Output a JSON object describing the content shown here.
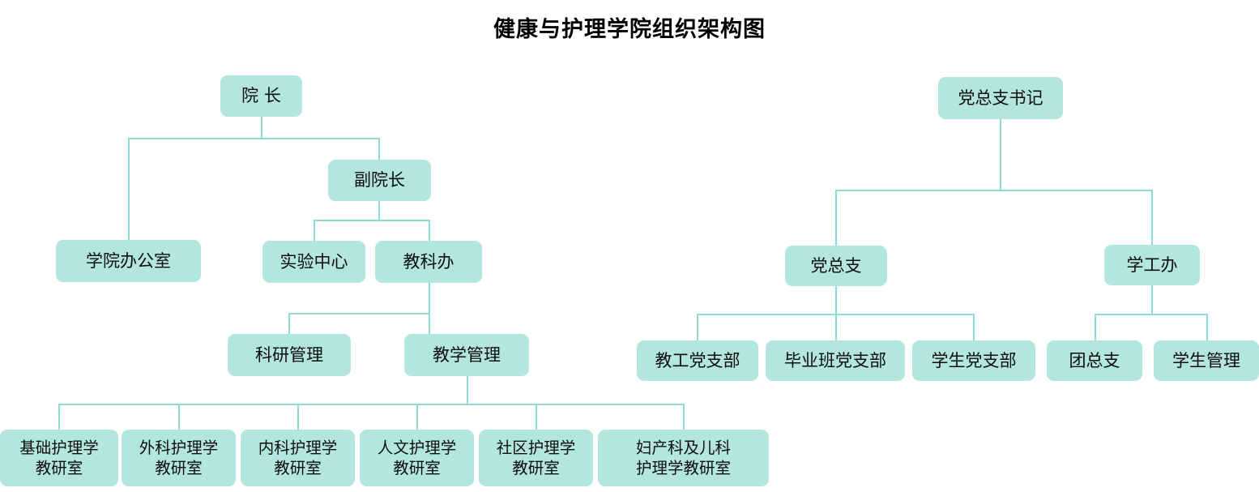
{
  "title": "健康与护理学院组织架构图",
  "theme": {
    "node_fill": "#b3e6de",
    "connector": "#8fdcd2",
    "text": "#0d0d0d",
    "background": "#ffffff"
  },
  "chart_data": {
    "type": "diagram",
    "diagram_type": "organization-chart",
    "title": "健康与护理学院组织架构图",
    "trees": [
      {
        "name": "academic-branch",
        "root": "院  长",
        "nodes": [
          {
            "id": "dean",
            "label": "院  长",
            "level": 0,
            "parent": null
          },
          {
            "id": "college-office",
            "label": "学院办公室",
            "level": 1,
            "parent": "dean"
          },
          {
            "id": "vice-dean",
            "label": "副院长",
            "level": 1,
            "parent": "dean"
          },
          {
            "id": "lab-center",
            "label": "实验中心",
            "level": 2,
            "parent": "vice-dean"
          },
          {
            "id": "teaching-research-office",
            "label": "教科办",
            "level": 2,
            "parent": "vice-dean"
          },
          {
            "id": "research-management",
            "label": "科研管理",
            "level": 3,
            "parent": "teaching-research-office"
          },
          {
            "id": "teaching-management",
            "label": "教学管理",
            "level": 3,
            "parent": "teaching-research-office"
          },
          {
            "id": "basic-nursing",
            "label": "基础护理学\n教研室",
            "level": 4,
            "parent": "teaching-management"
          },
          {
            "id": "surgical-nursing",
            "label": "外科护理学\n教研室",
            "level": 4,
            "parent": "teaching-management"
          },
          {
            "id": "internal-nursing",
            "label": "内科护理学\n教研室",
            "level": 4,
            "parent": "teaching-management"
          },
          {
            "id": "humanistic-nursing",
            "label": "人文护理学\n教研室",
            "level": 4,
            "parent": "teaching-management"
          },
          {
            "id": "community-nursing",
            "label": "社区护理学\n教研室",
            "level": 4,
            "parent": "teaching-management"
          },
          {
            "id": "obgyn-pediatric-nursing",
            "label": "妇产科及儿科\n护理学教研室",
            "level": 4,
            "parent": "teaching-management"
          }
        ]
      },
      {
        "name": "party-branch",
        "root": "党总支书记",
        "nodes": [
          {
            "id": "party-secretary",
            "label": "党总支书记",
            "level": 0,
            "parent": null
          },
          {
            "id": "party-general-branch",
            "label": "党总支",
            "level": 1,
            "parent": "party-secretary"
          },
          {
            "id": "student-affairs-office",
            "label": "学工办",
            "level": 1,
            "parent": "party-secretary"
          },
          {
            "id": "faculty-party-branch",
            "label": "教工党支部",
            "level": 2,
            "parent": "party-general-branch"
          },
          {
            "id": "graduating-class-party-branch",
            "label": "毕业班党支部",
            "level": 2,
            "parent": "party-general-branch"
          },
          {
            "id": "student-party-branch",
            "label": "学生党支部",
            "level": 2,
            "parent": "party-general-branch"
          },
          {
            "id": "youth-league-branch",
            "label": "团总支",
            "level": 2,
            "parent": "student-affairs-office"
          },
          {
            "id": "student-management",
            "label": "学生管理",
            "level": 2,
            "parent": "student-affairs-office"
          }
        ]
      }
    ]
  },
  "nodes": {
    "dean": "院  长",
    "college_office": "学院办公室",
    "vice_dean": "副院长",
    "lab_center": "实验中心",
    "teaching_research_office": "教科办",
    "research_management": "科研管理",
    "teaching_management": "教学管理",
    "basic_nursing": "基础护理学\n教研室",
    "surgical_nursing": "外科护理学\n教研室",
    "internal_nursing": "内科护理学\n教研室",
    "humanistic_nursing": "人文护理学\n教研室",
    "community_nursing": "社区护理学\n教研室",
    "obgyn_pediatric_nursing": "妇产科及儿科\n护理学教研室",
    "party_secretary": "党总支书记",
    "party_general_branch": "党总支",
    "student_affairs_office": "学工办",
    "faculty_party_branch": "教工党支部",
    "graduating_class_party_branch": "毕业班党支部",
    "student_party_branch": "学生党支部",
    "youth_league_branch": "团总支",
    "student_management": "学生管理"
  }
}
